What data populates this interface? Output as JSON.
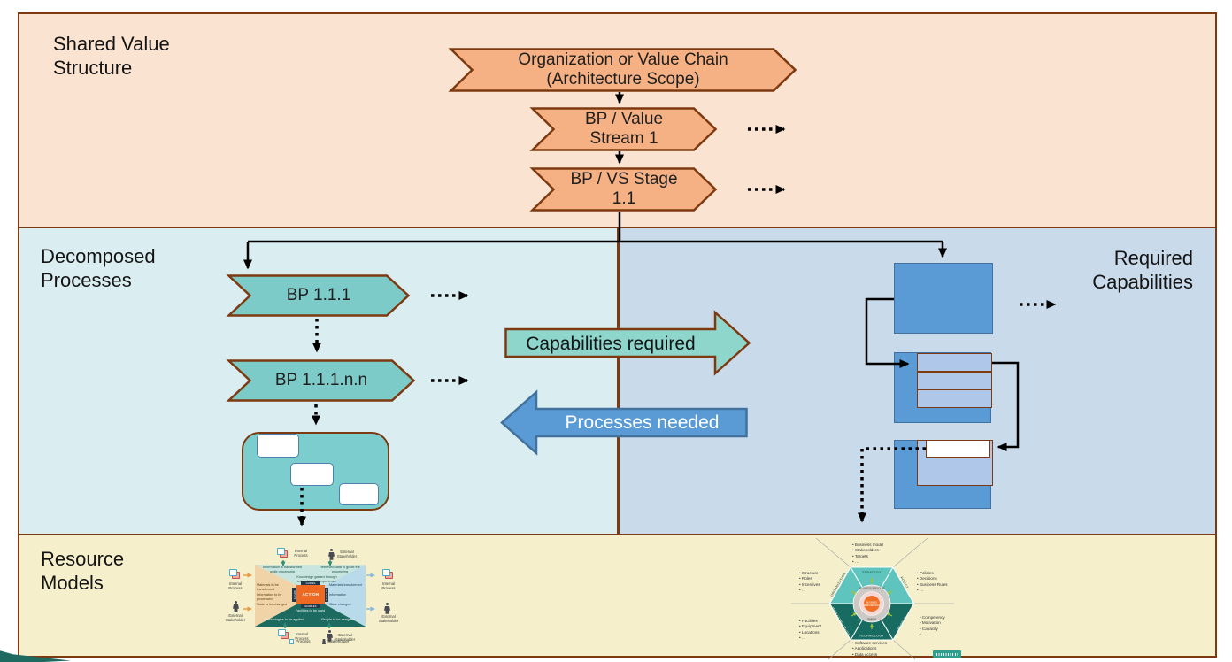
{
  "section_titles": {
    "shared_value": "Shared Value Structure",
    "decomposed_processes": "Decomposed Processes",
    "required_capabilities": "Required Capabilities",
    "resource_models": "Resource Models"
  },
  "value_chain": {
    "org": "Organization or Value Chain\n(Architecture Scope)",
    "value_stream": "BP / Value\nStream 1",
    "vs_stage": "BP / VS Stage\n1.1"
  },
  "processes": {
    "bp1": "BP 1.1.1",
    "bp2": "BP 1.1.1.n.n"
  },
  "flow_labels": {
    "capabilities_required": "Capabilities required",
    "processes_needed": "Processes needed"
  },
  "action_model": {
    "center": "ACTION",
    "top_left": "Information is transformed while processing",
    "top_right": "Retrieved data to guide the processing",
    "knowledge": "Knowledge gained through education and experience",
    "inputs": [
      "Materials to be transformed",
      "Information to be processed",
      "State to be changed"
    ],
    "outputs": [
      "Materials transformed",
      "Information",
      "State changed"
    ],
    "enablers": [
      "Facilities to be used",
      "Technologies to be applied",
      "People to be assigned"
    ],
    "edge_labels": {
      "top": "GUIDES",
      "left": "INPUTS",
      "right": "OUTPUTS",
      "bottom": "ENABLES"
    },
    "internal_process": "Internal Process",
    "external_stakeholder": "External Stakeholder",
    "legend_process": "Process",
    "legend_stakeholder": "Stakeholder"
  },
  "hex_model": {
    "segments": {
      "top": "STRATEGY",
      "upper_right": "POLICY",
      "lower_right": "PEOPLE",
      "bottom": "TECHNOLOGY",
      "lower_left": "INFRASTRUCTURE",
      "upper_left": "ORGANIZATION"
    },
    "lists": {
      "top": [
        "Business model",
        "Stakeholders",
        "Targets",
        "…"
      ],
      "upper_left": [
        "Structure",
        "Roles",
        "Incentives",
        "…"
      ],
      "upper_right": [
        "Policies",
        "Decisions",
        "Business Rules",
        "…"
      ],
      "lower_left": [
        "Facilities",
        "Equipment",
        "Locations",
        "…"
      ],
      "lower_right": [
        "Competency",
        "Motivation",
        "Capacity",
        "…"
      ],
      "bottom": [
        "Software services",
        "Applications",
        "Data access"
      ]
    },
    "center_ring_top": "BUSINESS PROCESS",
    "center_ring_bottom": "Outputs",
    "center_core_line1": "BUSINESS",
    "center_core_line2": "PERFORMANCE"
  },
  "icons": {
    "process": "stacked-pages",
    "stakeholder": "person"
  },
  "colors": {
    "border_brown": "#7d3a10",
    "band_top": "#fbe3d1",
    "band_left": "#daeef2",
    "band_right": "#c9daeb",
    "band_bottom": "#f5f0cb",
    "chevron_orange": "#f5b184",
    "chevron_teal": "#7dcbc8",
    "capability_blue": "#5b9bd5",
    "arrow_teal": "#8ed6cc",
    "stack_light_blue": "#afc8e9",
    "action_orange": "#ee6a22",
    "hex_light_teal": "#5ec4bd",
    "hex_dark_teal": "#176b60"
  }
}
